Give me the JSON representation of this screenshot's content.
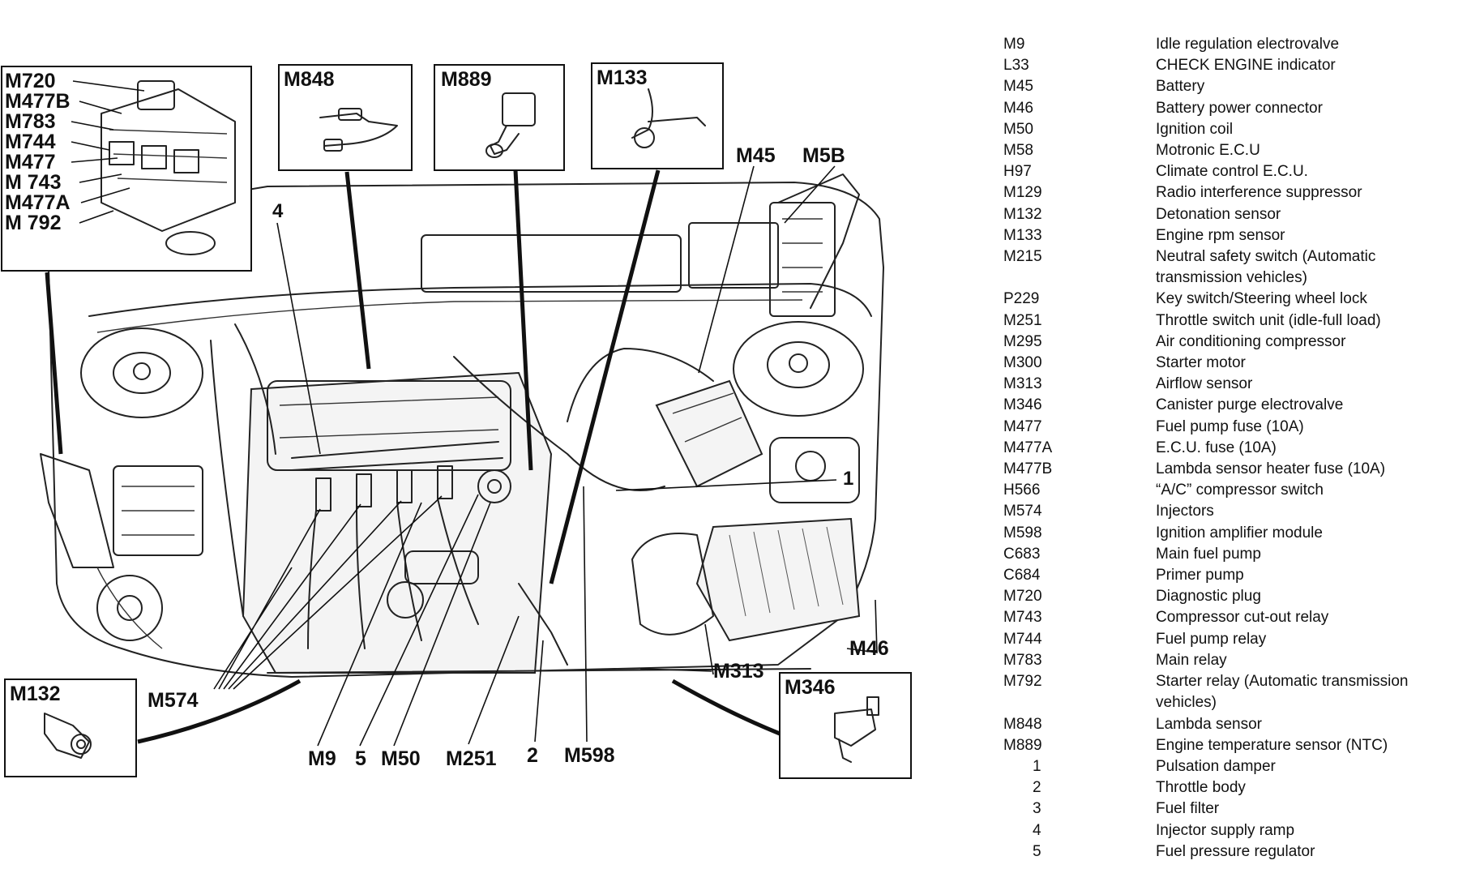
{
  "diagram": {
    "callouts": {
      "m720": "M720",
      "m477b": "M477B",
      "m783": "M783",
      "m744": "M744",
      "m477": "M477",
      "m743": "M 743",
      "m477a": "M477A",
      "m792": "M 792",
      "m848": "M848",
      "m889": "M889",
      "m133": "M133",
      "m45": "M45",
      "m58": "M5B",
      "num4": "4",
      "num1": "1",
      "m46": "M46",
      "m313": "M313",
      "m346": "M346",
      "m132": "M132",
      "m574": "M574",
      "m9": "M9",
      "num5": "5",
      "m50": "M50",
      "m251": "M251",
      "num2": "2",
      "m598": "M598"
    }
  },
  "legend": {
    "items": [
      {
        "code": "M9",
        "desc": "Idle regulation electrovalve"
      },
      {
        "code": "L33",
        "desc": "CHECK ENGINE indicator"
      },
      {
        "code": "M45",
        "desc": "Battery"
      },
      {
        "code": "M46",
        "desc": "Battery power connector"
      },
      {
        "code": "M50",
        "desc": "Ignition coil"
      },
      {
        "code": "M58",
        "desc": "Motronic E.C.U"
      },
      {
        "code": "H97",
        "desc": "Climate control E.C.U."
      },
      {
        "code": "M129",
        "desc": "Radio interference suppressor"
      },
      {
        "code": "M132",
        "desc": "Detonation sensor"
      },
      {
        "code": "M133",
        "desc": "Engine rpm sensor"
      },
      {
        "code": "M215",
        "desc": "Neutral safety switch (Automatic\ntransmission vehicles)"
      },
      {
        "code": "P229",
        "desc": "Key switch/Steering wheel lock"
      },
      {
        "code": "M251",
        "desc": "Throttle switch unit (idle-full load)"
      },
      {
        "code": "M295",
        "desc": "Air conditioning compressor"
      },
      {
        "code": "M300",
        "desc": "Starter motor"
      },
      {
        "code": "M313",
        "desc": "Airflow sensor"
      },
      {
        "code": "M346",
        "desc": "Canister purge electrovalve"
      },
      {
        "code": "M477",
        "desc": "Fuel pump fuse (10A)"
      },
      {
        "code": "M477A",
        "desc": "E.C.U. fuse (10A)"
      },
      {
        "code": "M477B",
        "desc": "Lambda sensor heater fuse (10A)"
      },
      {
        "code": "H566",
        "desc": "“A/C” compressor switch"
      },
      {
        "code": "M574",
        "desc": "Injectors"
      },
      {
        "code": "M598",
        "desc": "Ignition amplifier module"
      },
      {
        "code": "C683",
        "desc": "Main fuel pump"
      },
      {
        "code": "C684",
        "desc": "Primer pump"
      },
      {
        "code": "M720",
        "desc": "Diagnostic plug"
      },
      {
        "code": "M743",
        "desc": "Compressor cut-out relay"
      },
      {
        "code": "M744",
        "desc": "Fuel pump relay"
      },
      {
        "code": "M783",
        "desc": "Main relay"
      },
      {
        "code": "M792",
        "desc": "Starter relay (Automatic transmission\nvehicles)"
      },
      {
        "code": "M848",
        "desc": "Lambda sensor"
      },
      {
        "code": "M889",
        "desc": "Engine temperature sensor (NTC)"
      },
      {
        "code": "1",
        "desc": "Pulsation damper"
      },
      {
        "code": "2",
        "desc": "Throttle body"
      },
      {
        "code": "3",
        "desc": "Fuel filter"
      },
      {
        "code": "4",
        "desc": "Injector supply ramp"
      },
      {
        "code": "5",
        "desc": "Fuel pressure regulator"
      }
    ]
  }
}
